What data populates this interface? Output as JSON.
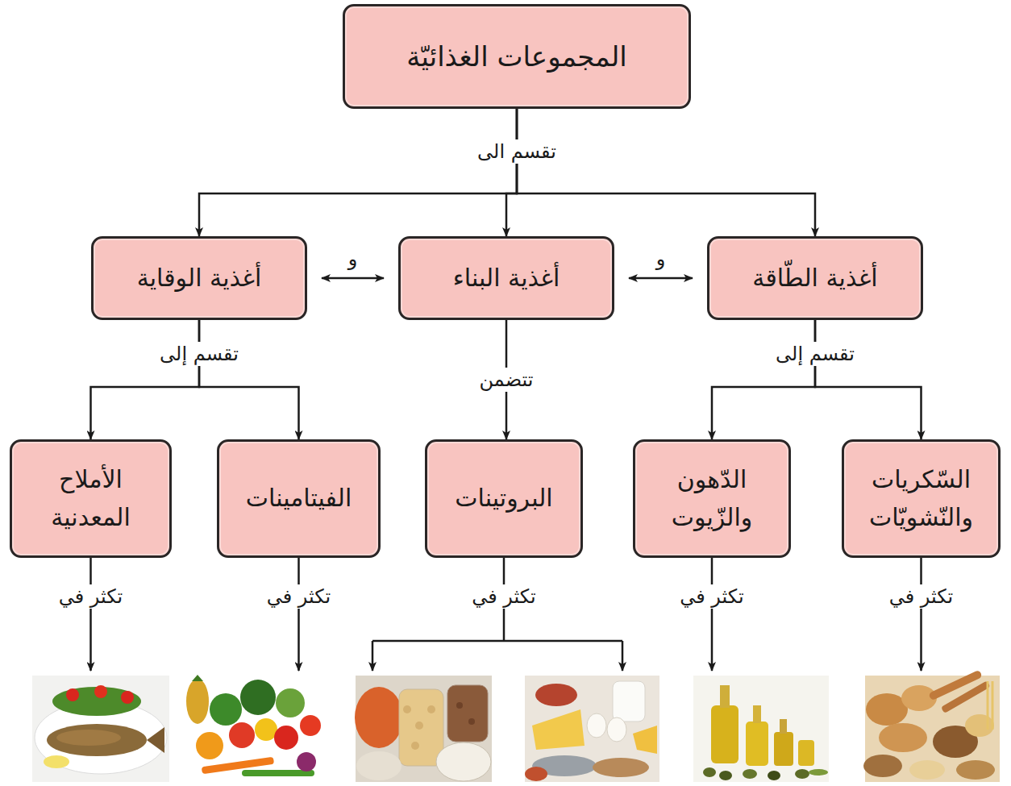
{
  "diagram": {
    "nodes": [
      {
        "text": [
          "المجموعات الغذائيّة"
        ]
      },
      {
        "text": [
          "أغذية الطّاقة"
        ]
      },
      {
        "text": [
          "أغذية البناء"
        ]
      },
      {
        "text": [
          "أغذية الوقاية"
        ]
      },
      {
        "text": [
          "السّكريات والنّشويّات"
        ]
      },
      {
        "text": [
          "الدّهون والزّيوت"
        ]
      },
      {
        "text": [
          "البروتينات"
        ]
      },
      {
        "text": [
          "الفيتامينات"
        ]
      },
      {
        "text": [
          "الأملاح المعدنية"
        ]
      }
    ],
    "edges": [
      {
        "from": 0,
        "to": 1,
        "arrow": "to"
      },
      {
        "from": 0,
        "to": 2,
        "label": "تقسم الى",
        "arrow": "to"
      },
      {
        "from": 0,
        "to": 3,
        "arrow": "to"
      },
      {
        "from": 2,
        "to": 1,
        "label": "و",
        "arrow": "both"
      },
      {
        "from": 3,
        "to": 2,
        "label": "و",
        "arrow": "both"
      },
      {
        "from": 1,
        "to": 4,
        "label": "تقسم إلى",
        "arrow": "to"
      },
      {
        "from": 1,
        "to": 5,
        "arrow": "to"
      },
      {
        "from": 2,
        "to": 6,
        "label": "تتضمن",
        "arrow": "to"
      },
      {
        "from": 3,
        "to": 7,
        "label": "تقسم إلى",
        "arrow": "to"
      },
      {
        "from": 3,
        "to": 8,
        "arrow": "to"
      }
    ],
    "labels": [
      "تكثر في",
      "تكثر في",
      "تكثر في",
      "تكثر في",
      "تكثر في"
    ]
  }
}
